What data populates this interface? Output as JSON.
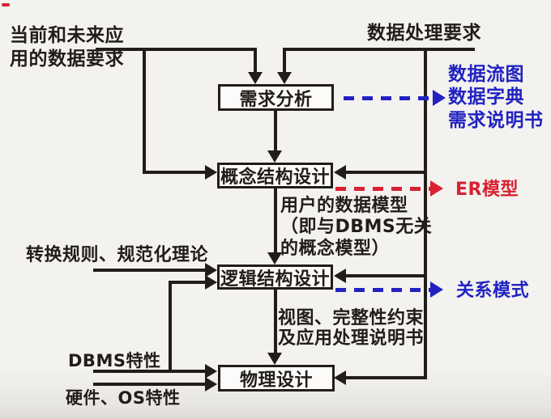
{
  "colors": {
    "ink": "#201d1a",
    "blue": "#2222c2",
    "red": "#d92130",
    "bg": "#f3f2ef",
    "box_bg": "#fcfbf9"
  },
  "labels": {
    "source_top_left": "当前和未来应\n用的数据要求",
    "source_top_right": "数据处理要求",
    "stage_requirements": "需求分析",
    "stage_conceptual": "概念结构设计",
    "stage_logical": "逻辑结构设计",
    "stage_physical": "物理设计",
    "deliverables_requirements": "数据流图\n数据字典\n需求说明书",
    "deliverable_conceptual": "ER模型",
    "deliverable_logical": "关系模式",
    "note_conceptual_to_logical": "用户的数据模型\n（即与DBMS无关\n的概念模型）",
    "note_logical_to_physical": "视图、完整性约束\n及应用处理说明书",
    "input_rules": "转换规则、规范化理论",
    "input_dbms": "DBMS特性",
    "input_hardware": "硬件、OS特性"
  }
}
